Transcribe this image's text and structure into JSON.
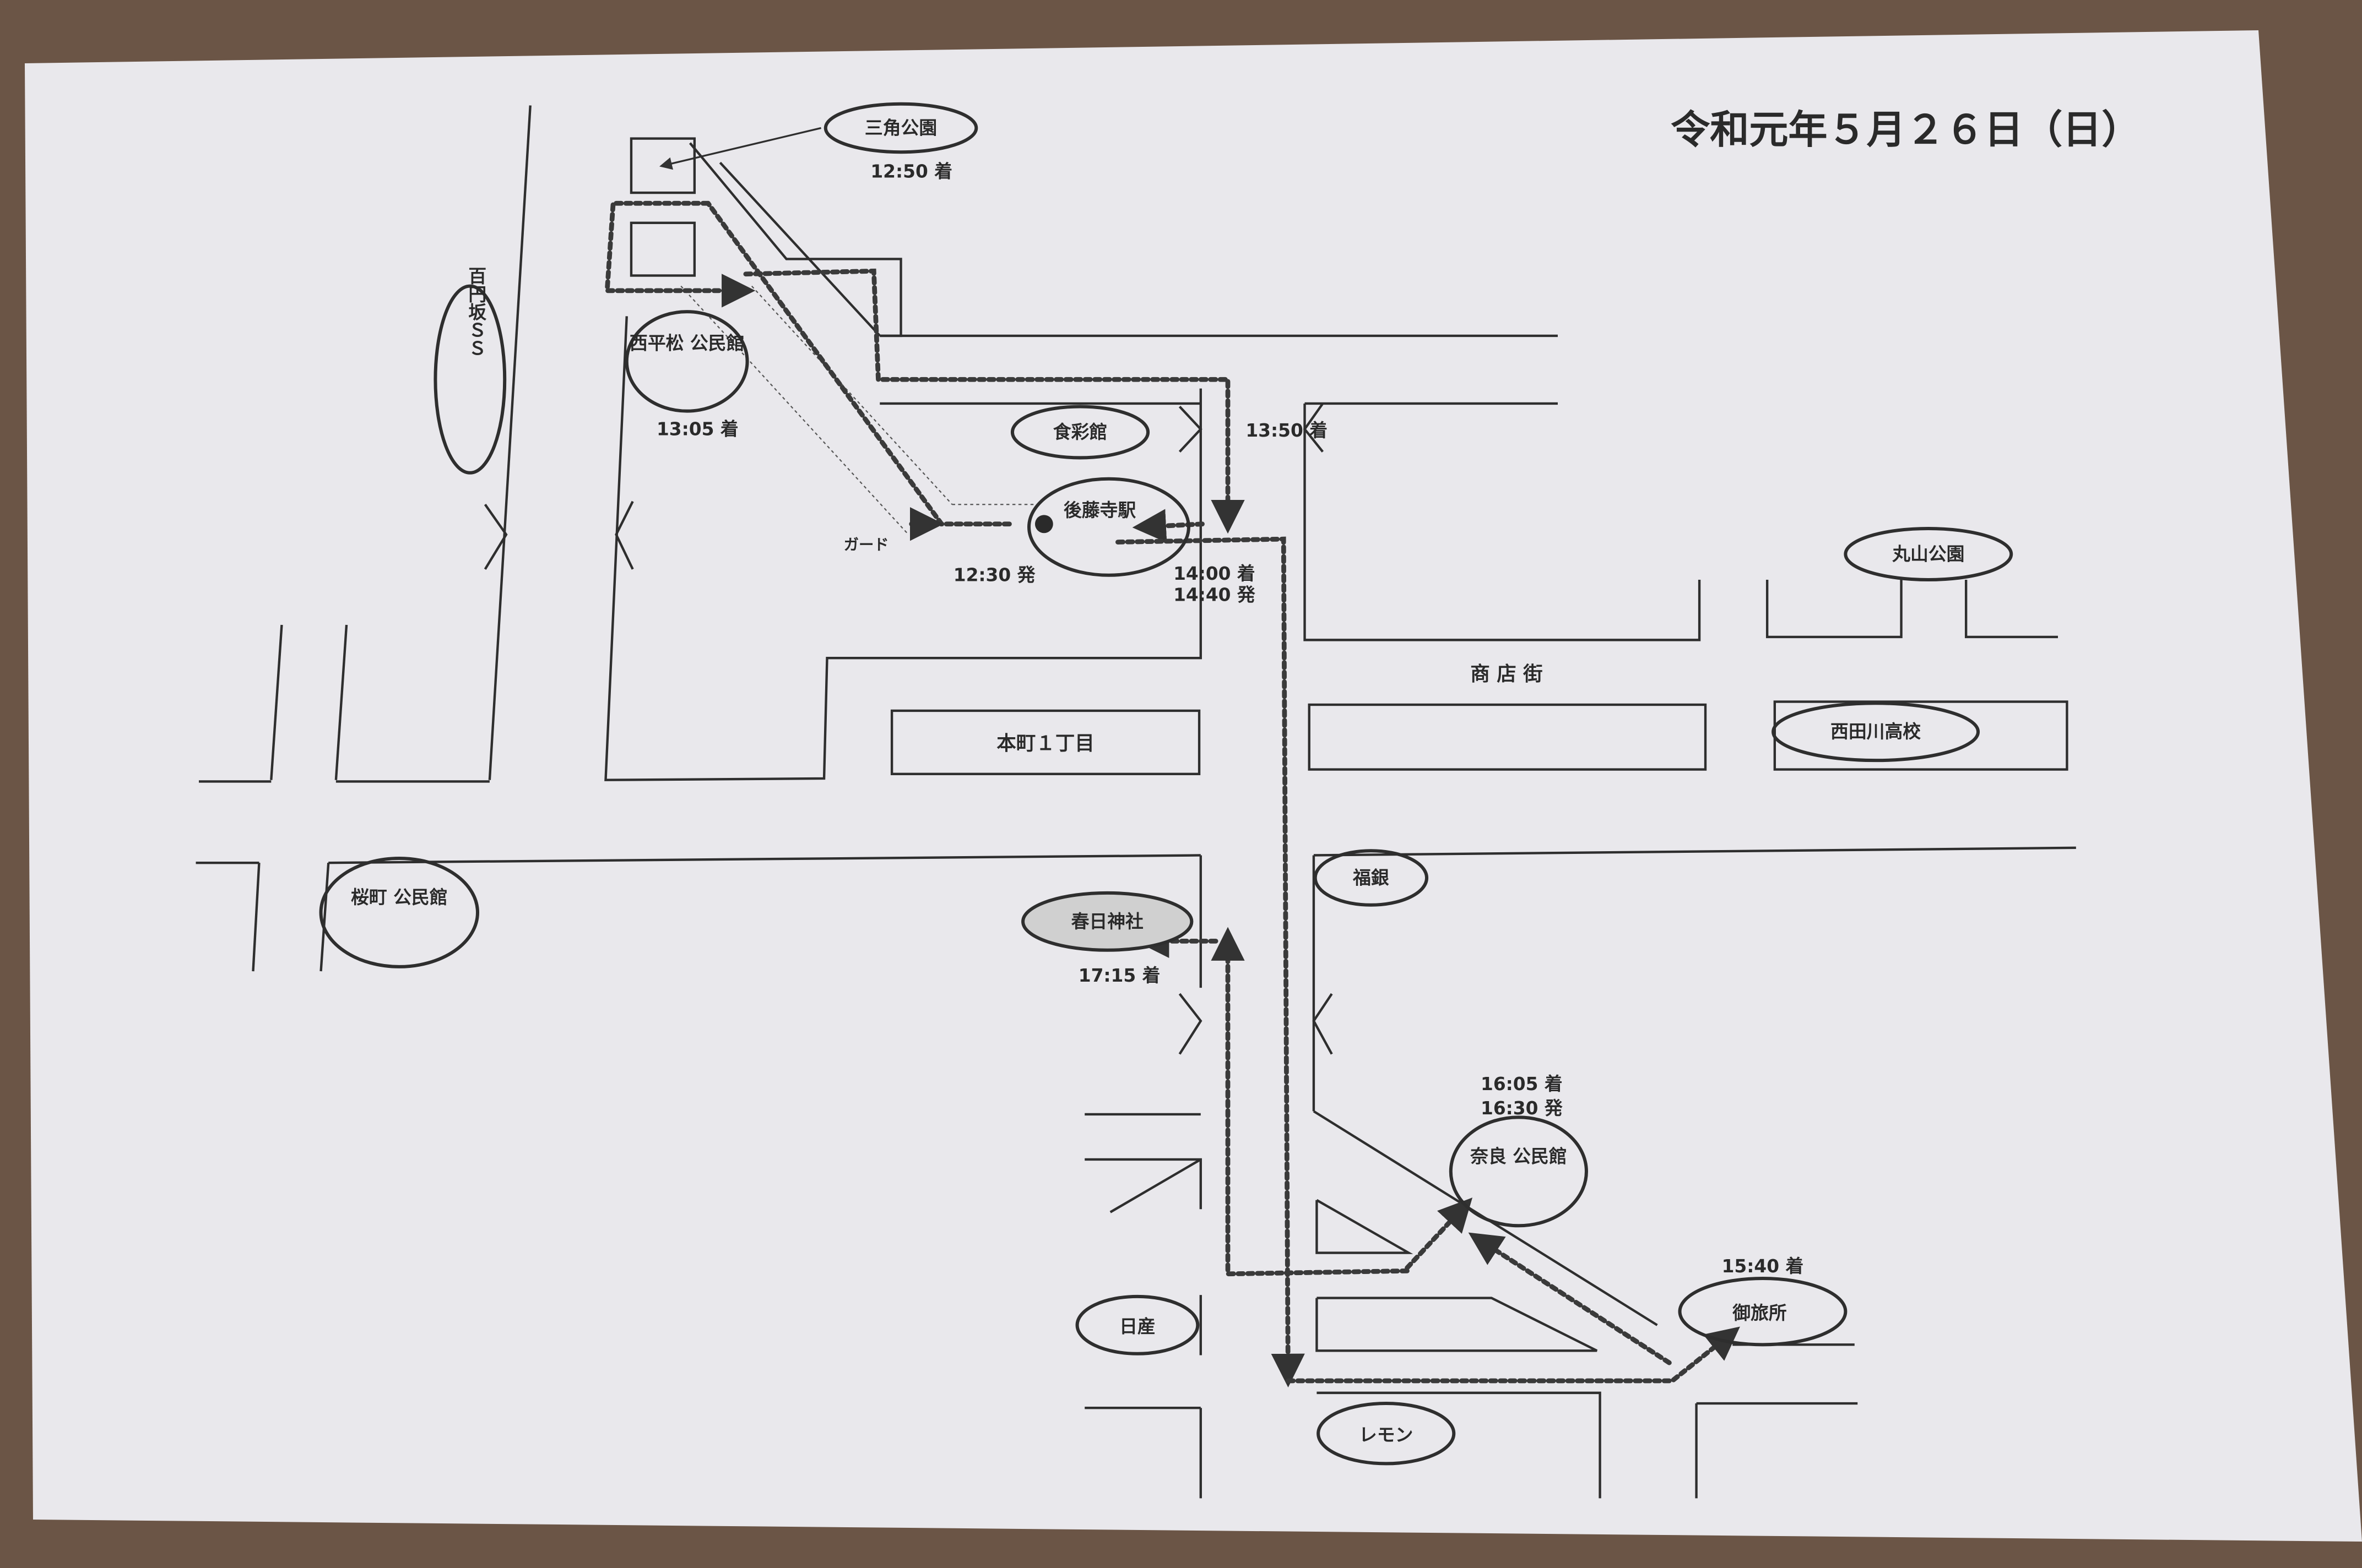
{
  "document_title": "令和元年５月２６日（日）",
  "landmarks": [
    {
      "id": "sankaku-park",
      "name": "三角公園"
    },
    {
      "id": "hyakuenzaka-ss",
      "name": "百円坂ＳＳ"
    },
    {
      "id": "nishihiramatsu-hall",
      "name": "西平松 公民館"
    },
    {
      "id": "shokusaikan",
      "name": "食彩館"
    },
    {
      "id": "gotoji-station",
      "name": "後藤寺駅"
    },
    {
      "id": "maruyama-park",
      "name": "丸山公園"
    },
    {
      "id": "nishitagawa-hs",
      "name": "西田川高校"
    },
    {
      "id": "sakuramachi-hall",
      "name": "桜町 公民館"
    },
    {
      "id": "kasuga-shrine",
      "name": "春日神社"
    },
    {
      "id": "fukugin",
      "name": "福銀"
    },
    {
      "id": "nara-hall",
      "name": "奈良 公民館"
    },
    {
      "id": "otabisho",
      "name": "御旅所"
    },
    {
      "id": "nissan",
      "name": "日産"
    },
    {
      "id": "lemon",
      "name": "レモン"
    }
  ],
  "area_labels": {
    "shotengai": "商 店 街",
    "honmachi": "本町１丁目",
    "guard": "ガード"
  },
  "times": {
    "sankaku_arrive": "12:50 着",
    "nishihiramatsu_arrive": "13:05 着",
    "gotoji_depart": "12:30 発",
    "shokusaikan_arrive": "13:50 着",
    "gotoji_arrive2": "14:00 着",
    "gotoji_depart2": "14:40 発",
    "kasuga_arrive": "17:15 着",
    "nara_arrive": "16:05 着",
    "nara_depart": "16:30 発",
    "otabisho_arrive": "15:40 着"
  },
  "colors": {
    "paper": "#e9e8ec",
    "ink": "#2e2e2e",
    "route": "#3a3a3a",
    "desk": "#6b5546"
  }
}
